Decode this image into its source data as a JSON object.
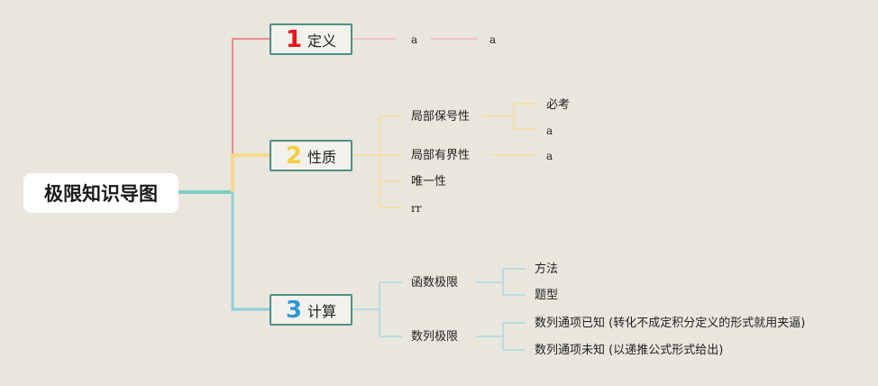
{
  "root": {
    "label": "极限知识导图"
  },
  "branches": [
    {
      "number": "1",
      "label": "定义",
      "color": "#e8141f",
      "children": [
        {
          "label": "a"
        },
        {
          "label": "a"
        }
      ]
    },
    {
      "number": "2",
      "label": "性质",
      "color": "#f6cd3f",
      "children": [
        {
          "label": "局部保号性",
          "children": [
            {
              "label": "必考"
            },
            {
              "label": "a"
            }
          ]
        },
        {
          "label": "局部有界性",
          "children": [
            {
              "label": "a"
            }
          ]
        },
        {
          "label": "唯一性"
        },
        {
          "label": "rr"
        }
      ]
    },
    {
      "number": "3",
      "label": "计算",
      "color": "#2e97d8",
      "children": [
        {
          "label": "函数极限",
          "children": [
            {
              "label": "方法"
            },
            {
              "label": "题型"
            }
          ]
        },
        {
          "label": "数列极限",
          "children": [
            {
              "label": "数列通项已知 (转化不成定积分定义的形式就用夹逼)"
            },
            {
              "label": "数列通项未知 (以递推公式形式给出)"
            }
          ]
        }
      ]
    }
  ],
  "colors": {
    "background": "#e9e6dd",
    "red_line": "#ee8a8d",
    "yellow_line": "#f7d98e",
    "blue_line": "#8fd0df",
    "teal_line": "#7ccfc4",
    "box_border": "#4f8f88"
  }
}
